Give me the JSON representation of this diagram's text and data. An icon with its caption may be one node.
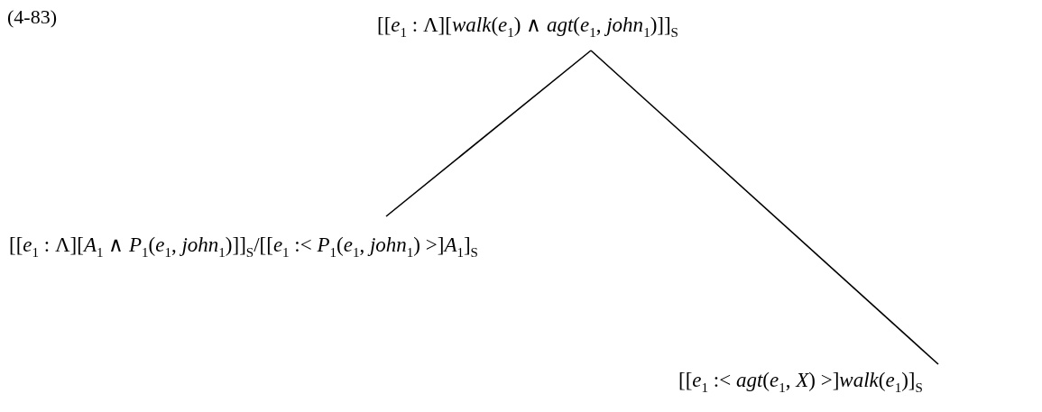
{
  "diagram": {
    "nodes": [
      {
        "text": [
          "[[*e*$_{1}$ : Λ][*walk*(*e*$_{1}$) ∧ *agt*(*e*$_{1}$, *john*$_{1}$)]]$_{S}$"
        ]
      },
      {
        "text": [
          "[[*e*$_{1}$ : Λ][*A*$_{1}$ ∧ *P*$_{1}$(*e*$_{1}$, *john*$_{1}$)]]$_{S}$/[[*e*$_{1}$ :< *P*$_{1}$(*e*$_{1}$, *john*$_{1}$) >]*A*$_{1}$]$_{S}$"
        ]
      },
      {
        "text": [
          "[[*e*$_{1}$ :< *agt*(*e*$_{1}$, *X*) >]*walk*(*e*$_{1}$)]$_{S}$"
        ]
      }
    ],
    "edges": [
      {
        "from": 0,
        "to": 1,
        "arrow": "none"
      },
      {
        "from": 0,
        "to": 2,
        "arrow": "none"
      }
    ],
    "labels": [
      "(4-83)"
    ]
  }
}
